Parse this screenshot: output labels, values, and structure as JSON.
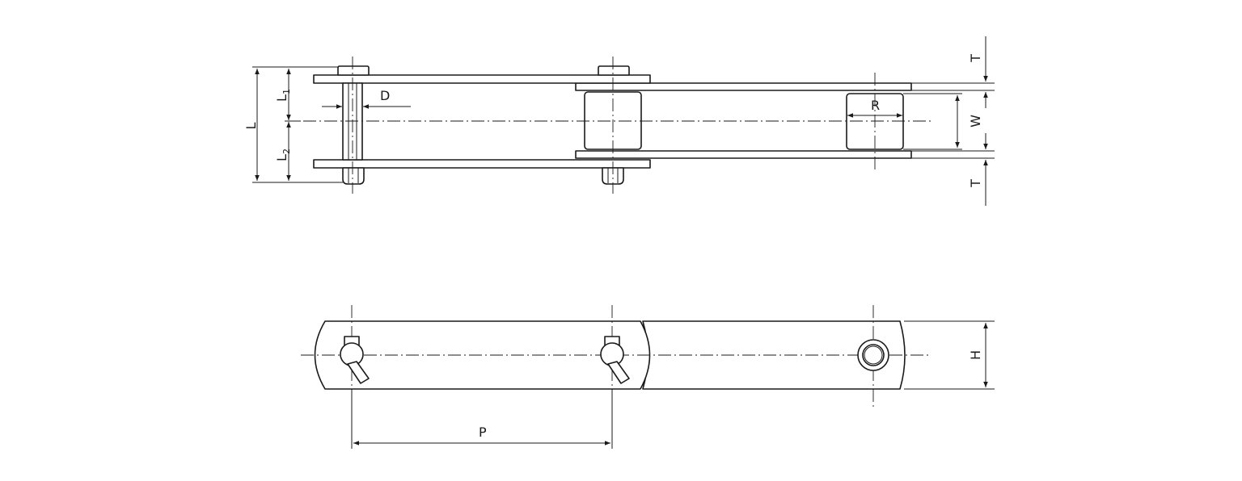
{
  "labels": {
    "L": "L",
    "L1_base": "L",
    "L1_sub": "1",
    "L2_base": "L",
    "L2_sub": "2",
    "D": "D",
    "R": "R",
    "W": "W",
    "T_top": "T",
    "T_bottom": "T",
    "H": "H",
    "P": "P"
  }
}
